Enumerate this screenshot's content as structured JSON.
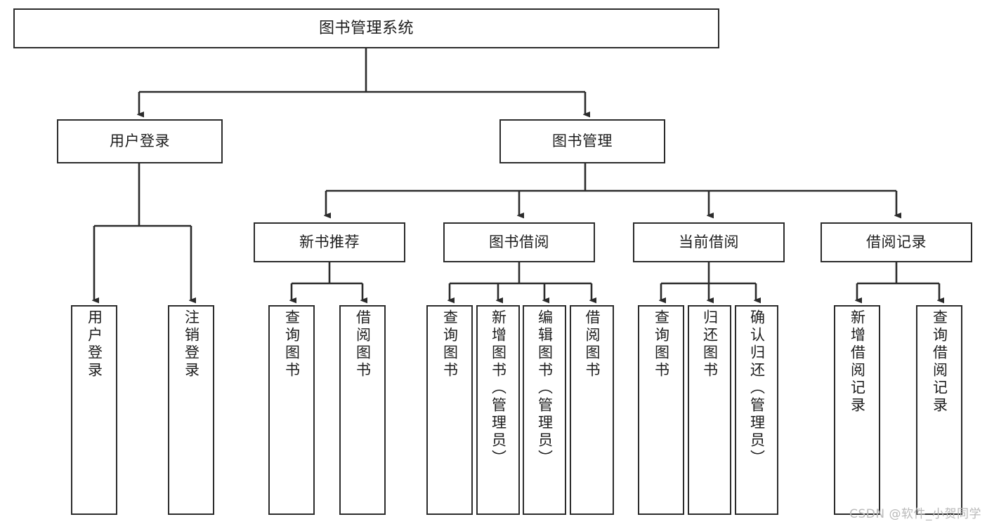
{
  "diagram": {
    "type": "hierarchy-tree",
    "title": "图书管理系统",
    "orientation": "top-down",
    "line_color": "#2b2b2b",
    "box_fill": "#ffffff",
    "text_color": "#1d1d1d"
  },
  "watermark": {
    "text": "CSDN @软件_小贺同学",
    "color": "#b9b9b9"
  },
  "nodes": {
    "root": {
      "label": "图书管理系统"
    },
    "level1": [
      {
        "id": "user-login",
        "label": "用户登录"
      },
      {
        "id": "book-manage",
        "label": "图书管理"
      }
    ],
    "level2": [
      {
        "id": "new-book-recommend",
        "label": "新书推荐"
      },
      {
        "id": "book-borrow",
        "label": "图书借阅"
      },
      {
        "id": "current-borrow",
        "label": "当前借阅"
      },
      {
        "id": "borrow-record",
        "label": "借阅记录"
      }
    ],
    "leaves": {
      "user_login": [
        {
          "id": "leaf-user-login",
          "label": "用户登录"
        },
        {
          "id": "leaf-user-logout",
          "label": "注销登录"
        }
      ],
      "new_book_recommend": [
        {
          "id": "leaf-query-book-1",
          "label": "查询图书"
        },
        {
          "id": "leaf-borrow-book-1",
          "label": "借阅图书"
        }
      ],
      "book_borrow": [
        {
          "id": "leaf-query-book-2",
          "label": "查询图书"
        },
        {
          "id": "leaf-add-book",
          "label": "新增图书（管理员）"
        },
        {
          "id": "leaf-edit-book",
          "label": "编辑图书（管理员）"
        },
        {
          "id": "leaf-borrow-book-2",
          "label": "借阅图书"
        }
      ],
      "current_borrow": [
        {
          "id": "leaf-query-book-3",
          "label": "查询图书"
        },
        {
          "id": "leaf-return-book",
          "label": "归还图书"
        },
        {
          "id": "leaf-confirm-return",
          "label": "确认归还（管理员）"
        }
      ],
      "borrow_record": [
        {
          "id": "leaf-add-record",
          "label": "新增借阅记录"
        },
        {
          "id": "leaf-query-record",
          "label": "查询借阅记录"
        }
      ]
    }
  }
}
